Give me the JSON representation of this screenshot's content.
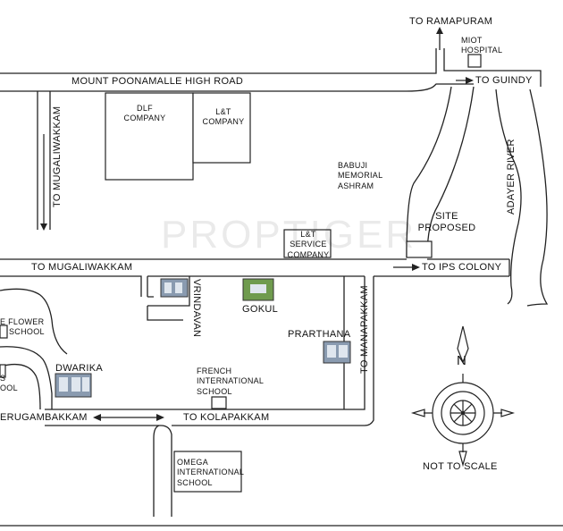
{
  "map": {
    "watermark": "PROPTIGER",
    "roads": {
      "mount_poonamallee": "MOUNT POONAMALLE HIGH ROAD",
      "to_mugaliwakkam_vertical": "TO MUGALIWAKKAM",
      "to_mugaliwakkam_horizontal": "TO  MUGALIWAKKAM",
      "to_ramapuram": "TO RAMAPURAM",
      "to_guindy": "TO GUINDY",
      "to_ips_colony": "TO IPS COLONY",
      "to_manapakkam": "TO MANAPAKKAM",
      "perungambakkam": "ERUGAMBAKKAM",
      "to_kolapakkam": "TO KOLAPAKKAM",
      "adayer_river": "ADAYER RIVER"
    },
    "landmarks": {
      "miot_line1": "MIOT",
      "miot_line2": "HOSPITAL",
      "dlf_line1": "DLF",
      "dlf_line2": "COMPANY",
      "lt_line1": "L&T",
      "lt_line2": "COMPANY",
      "babuji_line1": "BABUJI",
      "babuji_line2": "MEMORIAL",
      "babuji_line3": "ASHRAM",
      "site_line1": "SITE",
      "site_line2": "PROPOSED",
      "ltservice_line1": "L&T",
      "ltservice_line2": "SERVICE",
      "ltservice_line3": "COMPANY",
      "vrindavan": "VRINDAVAN",
      "gokul": "GOKUL",
      "prarthana": "PRARTHANA",
      "flower_line1": "E FLOWER",
      "flower_line2": "SCHOOL",
      "partial_school_line1": "S",
      "partial_school_line2": "OOL",
      "dwarika": "DWARIKA",
      "french_line1": "FRENCH",
      "french_line2": "INTERNATIONAL",
      "french_line3": "SCHOOL",
      "omega_line1": "OMEGA",
      "omega_line2": "INTERNATIONAL",
      "omega_line3": "SCHOOL"
    },
    "compass": {
      "north": "N",
      "scale_note": "NOT TO SCALE"
    },
    "colors": {
      "line": "#222222",
      "thumb_building": "#8a9bb0",
      "thumb_green": "#6f9b4e"
    }
  }
}
